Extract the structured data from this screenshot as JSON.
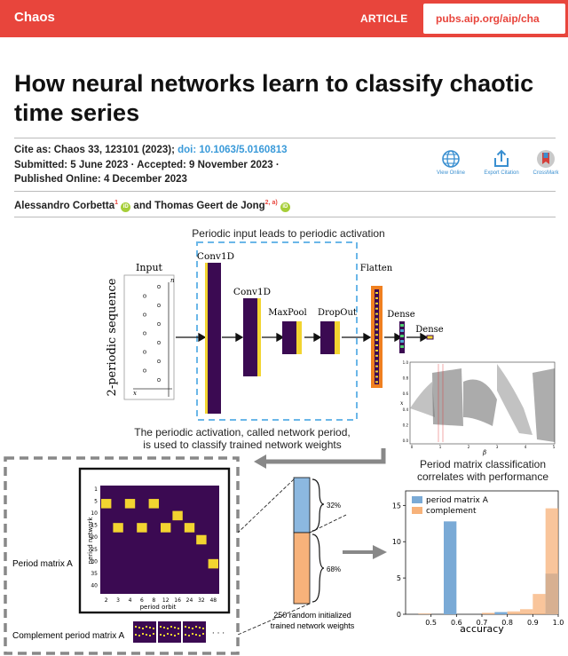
{
  "header": {
    "journal": "Chaos",
    "article_tag": "ARTICLE",
    "url": "pubs.aip.org/aip/cha"
  },
  "title": "How neural networks learn to classify chaotic time series",
  "citation": {
    "cite_prefix": "Cite as: Chaos ",
    "volume": "33",
    "cite_rest": ", 123101 (2023); ",
    "doi": "doi: 10.1063/5.0160813",
    "submitted": "Submitted: 5 June 2023 · Accepted: 9 November 2023 ·",
    "published": "Published Online: 4 December 2023"
  },
  "actions": [
    {
      "label": "View Online",
      "icon": "globe-icon"
    },
    {
      "label": "Export Citation",
      "icon": "export-icon"
    },
    {
      "label": "CrossMark",
      "icon": "crossmark-icon"
    }
  ],
  "authors": {
    "author1": "Alessandro Corbetta",
    "sup1": "1",
    "and": " and ",
    "author2": "Thomas Geert de Jong",
    "sup2": "2, a)"
  },
  "figure": {
    "top_caption": "Periodic input leads to periodic activation",
    "input_label": "Input",
    "seq_label": "2-periodic sequence",
    "n_label": "n",
    "x_label": "x",
    "conv1": "Conv1D",
    "conv2": "Conv1D",
    "maxpool": "MaxPool",
    "dropout": "DropOut",
    "flatten": "Flatten",
    "dense1": "Dense",
    "dense2": "Dense",
    "mid_caption_1": "The periodic activation, called network period,",
    "mid_caption_2": "is used to classify trained network weights",
    "bif_ylabel": "x",
    "bif_xlabel": "β",
    "bif_yticks": [
      "1.0",
      "0.8",
      "0.6",
      "0.4",
      "0.2",
      "0.0"
    ],
    "bif_xticks": [
      "0",
      "1",
      "2",
      "3",
      "4",
      "5"
    ],
    "right_caption_1": "Period matrix classification",
    "right_caption_2": "correlates with performance",
    "period_matrix_label": "Period matrix A",
    "complement_label": "Complement period matrix A",
    "matrix_ylabel": "period network",
    "matrix_xlabel": "period orbit",
    "matrix_yticks": [
      "1",
      "5",
      "10",
      "15",
      "20",
      "25",
      "30",
      "35",
      "40"
    ],
    "matrix_xticks": [
      "2",
      "3",
      "4",
      "6",
      "8",
      "12",
      "16",
      "24",
      "32",
      "48"
    ],
    "matrix_cells": [
      [
        0,
        1
      ],
      [
        2,
        1
      ],
      [
        4,
        1
      ],
      [
        6,
        2
      ],
      [
        1,
        3
      ],
      [
        3,
        3
      ],
      [
        5,
        3
      ],
      [
        7,
        3
      ],
      [
        8,
        4
      ],
      [
        9,
        6
      ]
    ],
    "bar_pct_top": "32%",
    "bar_pct_bottom": "68%",
    "bar_caption_1": "250 random initialized",
    "bar_caption_2": "trained network weights",
    "ellipsis": "· · ·"
  },
  "chart_data": {
    "type": "bar",
    "xlabel": "accuracy",
    "ylabel": "",
    "xlim": [
      0.4,
      1.0
    ],
    "ylim": [
      0,
      17
    ],
    "xticks": [
      "0.5",
      "0.6",
      "0.7",
      "0.8",
      "0.9",
      "1.0"
    ],
    "yticks": [
      "0",
      "5",
      "10",
      "15"
    ],
    "bin_width": 0.05,
    "series": [
      {
        "name": "period matrix A",
        "color": "#7aaad6",
        "bins": [
          [
            0.55,
            12.8
          ],
          [
            0.75,
            0.3
          ],
          [
            0.95,
            5.6
          ]
        ]
      },
      {
        "name": "complement",
        "color": "#f7b27a",
        "bins": [
          [
            0.45,
            0.1
          ],
          [
            0.7,
            0.2
          ],
          [
            0.8,
            0.4
          ],
          [
            0.85,
            0.7
          ],
          [
            0.9,
            2.8
          ],
          [
            0.95,
            14.6
          ]
        ]
      }
    ]
  }
}
